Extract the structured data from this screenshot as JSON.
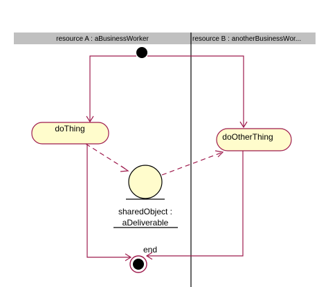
{
  "lanes": [
    {
      "title": "resource A : aBusinessWorker"
    },
    {
      "title": "resource B : anotherBusinessWor..."
    }
  ],
  "activities": {
    "do_thing": "doThing",
    "do_other_thing": "doOtherThing"
  },
  "object_node": {
    "name_line1": "sharedObject :",
    "name_line2": "aDeliverable"
  },
  "final_node": {
    "label": "end"
  },
  "colors": {
    "flow": "#9e1a4c",
    "activity_fill": "#fffccc",
    "header_fill": "#c0c0c0"
  }
}
